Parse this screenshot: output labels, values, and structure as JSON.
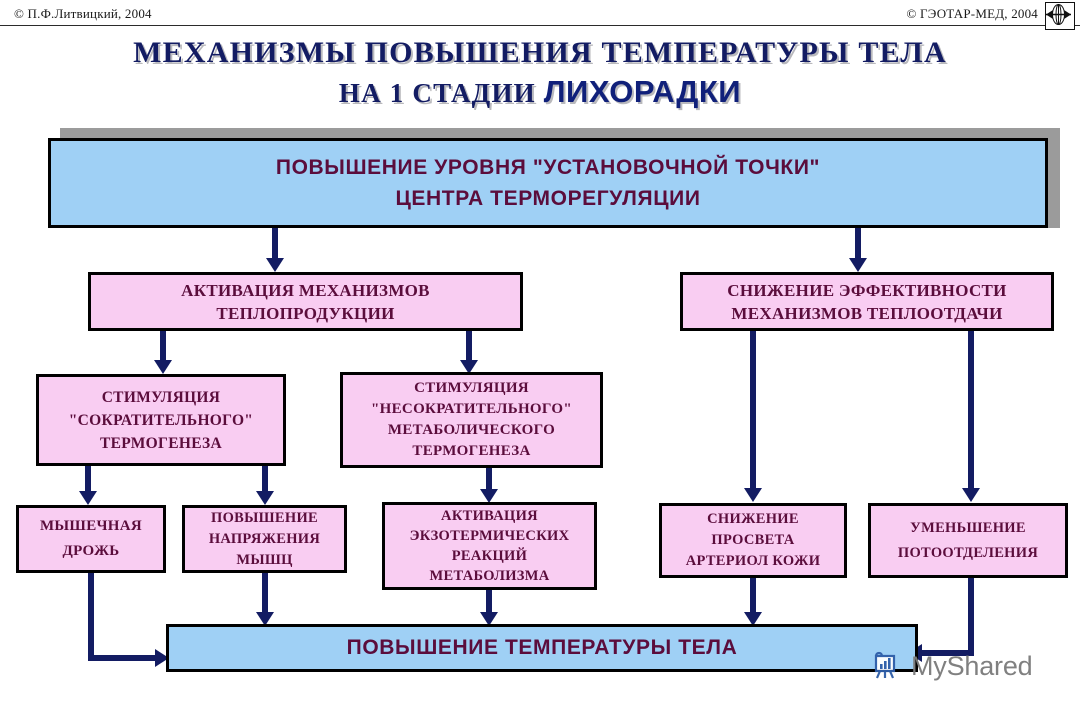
{
  "credits": {
    "left": "© П.Ф.Литвицкий,  2004",
    "right": "© ГЭОТАР-МЕД,  2004",
    "logo_icon": "geotar-globe-icon"
  },
  "title": {
    "line1": "МЕХАНИЗМЫ  ПОВЫШЕНИЯ  ТЕМПЕРАТУРЫ  ТЕЛА",
    "line2_prefix": "НА  1  СТАДИИ  ",
    "line2_highlight": "ЛИХОРАДКИ"
  },
  "colors": {
    "title_text": "#131c63",
    "title_shadow": "#b9b9bd",
    "blue_fill": "#9fd0f5",
    "pink_fill": "#f9cdf2",
    "box_text": "#5b0d3c",
    "border": "#000000",
    "connector": "#131c63",
    "slab_shadow": "#9b9b9b"
  },
  "nodes": {
    "root": "ПОВЫШЕНИЕ   УРОВНЯ   \"УСТАНОВОЧНОЙ ТОЧКИ\"\nЦЕНТРА  ТЕРМОРЕГУЛЯЦИИ",
    "left_branch": "АКТИВАЦИЯ МЕХАНИЗМОВ\nТЕПЛОПРОДУКЦИИ",
    "right_branch": "СНИЖЕНИЕ ЭФФЕКТИВНОСТИ\nМЕХАНИЗМОВ ТЕПЛООТДАЧИ",
    "contractile": "СТИМУЛЯЦИЯ\n\"СОКРАТИТЕЛЬНОГО\"\nТЕРМОГЕНЕЗА",
    "noncontractile": "СТИМУЛЯЦИЯ\n\"НЕСОКРАТИТЕЛЬНОГО\"\nМЕТАБОЛИЧЕСКОГО\nТЕРМОГЕНЕЗА",
    "shivering": "МЫШЕЧНАЯ\nДРОЖЬ",
    "muscle_tone": "ПОВЫШЕНИЕ\nНАПРЯЖЕНИЯ\nМЫШЦ",
    "exothermic": "АКТИВАЦИЯ\nЭКЗОТЕРМИЧЕСКИХ\nРЕАКЦИЙ\nМЕТАБОЛИЗМА",
    "vasoconstriction": "СНИЖЕНИЕ\nПРОСВЕТА\nАРТЕРИОЛ КОЖИ",
    "sweating": "УМЕНЬШЕНИЕ\nПОТООТДЕЛЕНИЯ",
    "outcome": "ПОВЫШЕНИЕ  ТЕМПЕРАТУРЫ  ТЕЛА"
  },
  "watermark": {
    "text": "MyShared",
    "icon": "myshared-logo-icon"
  }
}
